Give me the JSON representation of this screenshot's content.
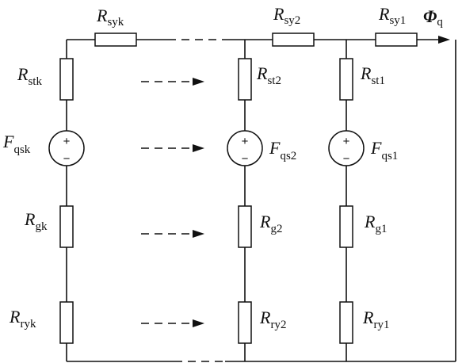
{
  "circuit": {
    "top_resistors": [
      {
        "main": "R",
        "sub": "syk"
      },
      {
        "main": "R",
        "sub": "sy2"
      },
      {
        "main": "R",
        "sub": "sy1"
      }
    ],
    "flux": {
      "main": "Φ",
      "sub": "q"
    },
    "branches": [
      {
        "id": "k",
        "stator": {
          "main": "R",
          "sub": "stk"
        },
        "source": {
          "main": "F",
          "sub": "qsk"
        },
        "gap": {
          "main": "R",
          "sub": "gk"
        },
        "rotor": {
          "main": "R",
          "sub": "ryk"
        }
      },
      {
        "id": "2",
        "stator": {
          "main": "R",
          "sub": "st2"
        },
        "source": {
          "main": "F",
          "sub": "qs2"
        },
        "gap": {
          "main": "R",
          "sub": "g2"
        },
        "rotor": {
          "main": "R",
          "sub": "ry2"
        }
      },
      {
        "id": "1",
        "stator": {
          "main": "R",
          "sub": "st1"
        },
        "source": {
          "main": "F",
          "sub": "qs1"
        },
        "gap": {
          "main": "R",
          "sub": "g1"
        },
        "rotor": {
          "main": "R",
          "sub": "ry1"
        }
      }
    ],
    "source_signs": {
      "plus": "+",
      "minus": "−"
    }
  }
}
